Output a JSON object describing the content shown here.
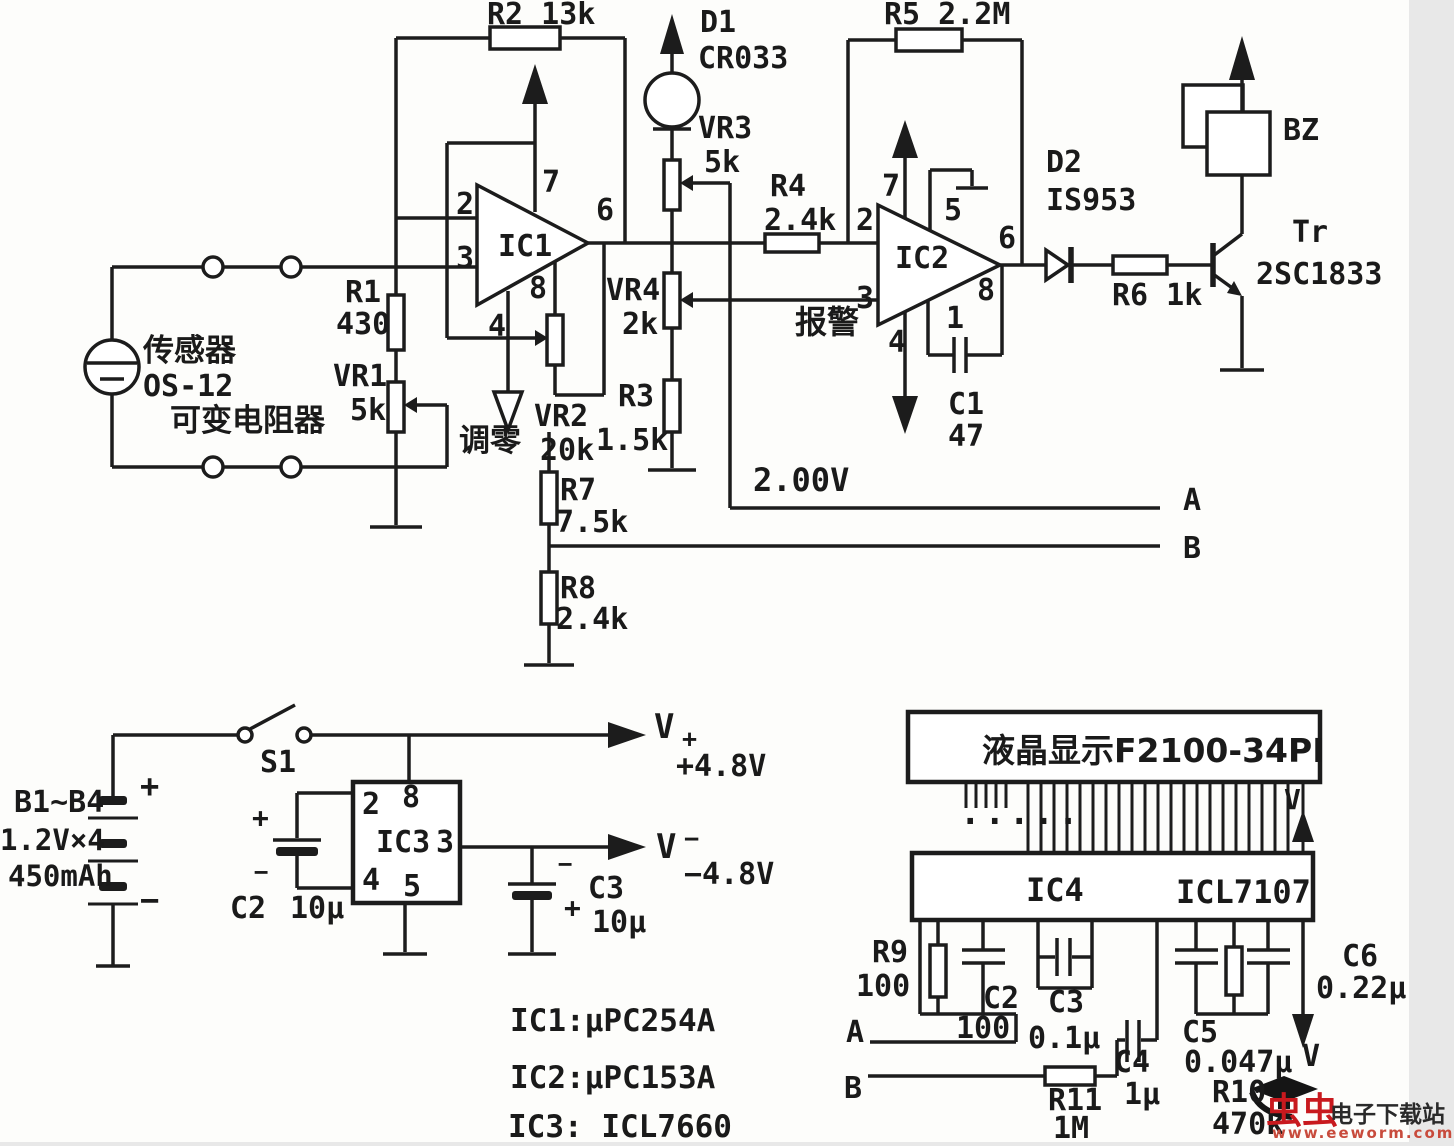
{
  "sensor_section": {
    "sensor_name": "传感器",
    "sensor_model": "OS-12",
    "variable_resistor_note": "可变电阻器",
    "r1_name": "R1",
    "r1_value": "430",
    "vr1_name": "VR1",
    "vr1_value": "5k"
  },
  "amp1": {
    "r2_label": "R2 13k",
    "ic_label": "IC1",
    "pin2": "2",
    "pin3": "3",
    "pin4": "4",
    "pin6": "6",
    "pin7": "7",
    "pin8": "8",
    "zero_adjust": "调零",
    "vr2_name": "VR2",
    "vr2_value": "20k"
  },
  "level_chain": {
    "d1_name": "D1",
    "d1_model": "CR033",
    "vr3_name": "VR3",
    "vr3_value": "5k",
    "vr4_name": "VR4",
    "vr4_value": "2k",
    "r3_name": "R3",
    "r3_value": "1.5k",
    "r7_name": "R7",
    "r7_value": "7.5k",
    "r8_name": "R8",
    "r8_value": "2.4k",
    "ref_voltage": "2.00V",
    "node_a": "A",
    "node_b": "B"
  },
  "comparator": {
    "r4_name": "R4",
    "r4_value": "2.4k",
    "r5_label": "R5 2.2M",
    "ic_label": "IC2",
    "pin1": "1",
    "pin2": "2",
    "pin3": "3",
    "pin4": "4",
    "pin5": "5",
    "pin6": "6",
    "pin7": "7",
    "pin8": "8",
    "alarm_label": "报警",
    "c1_name": "C1",
    "c1_value": "47",
    "d2_name": "D2",
    "d2_model": "IS953",
    "r6_label": "R6 1k",
    "tr_name": "Tr",
    "tr_model": "2SC1833",
    "buzzer": "BZ"
  },
  "power": {
    "battery_name": "B1~B4",
    "battery_spec": "1.2V×4",
    "battery_capacity": "450mAh",
    "plus": "+",
    "minus": "−",
    "switch": "S1",
    "ic_label": "IC3",
    "pin2": "2",
    "pin3": "3",
    "pin4": "4",
    "pin5": "5",
    "pin8": "8",
    "c2_name": "C2",
    "c2_value": "10μ",
    "c2_plus": "+",
    "c2_minus": "−",
    "c3_name": "C3",
    "c3_value": "10μ",
    "c3_plus": "+",
    "c3_minus": "−",
    "vplus": "V",
    "vplus_sub": "+",
    "vplus_value": "+4.8V",
    "vminus": "V",
    "vminus_sub": "−",
    "vminus_value": "−4.8V"
  },
  "ic_list": [
    "IC1:μPC254A",
    "IC2:μPC153A",
    "IC3: ICL7660"
  ],
  "dvm": {
    "lcd_label": "液晶显示F2100-34PI",
    "ic_label": "IC4",
    "ic_model": "ICL7107",
    "v_top": "V",
    "dots": ".....",
    "r9_name": "R9",
    "r9_value": "100",
    "c2_name": "C2",
    "c2_value": "100",
    "c3_name": "C3",
    "c3_value": "0.1μ",
    "c4_name": "C4",
    "c4_value": "1μ",
    "c5_name": "C5",
    "c5_value": "0.047μ",
    "r10_name": "R10",
    "r10_value": "470k",
    "r11_name": "R11",
    "r11_value": "1M",
    "c6_name": "C6",
    "c6_value": "0.22μ",
    "node_a": "A",
    "node_b": "B",
    "v_bottom": "V"
  },
  "watermark": {
    "brand": "虫虫",
    "site_name": "电子下载站",
    "url": "www.eeworm.com",
    "brand_color": "#c8191e",
    "url_color": "#c84b3c"
  }
}
